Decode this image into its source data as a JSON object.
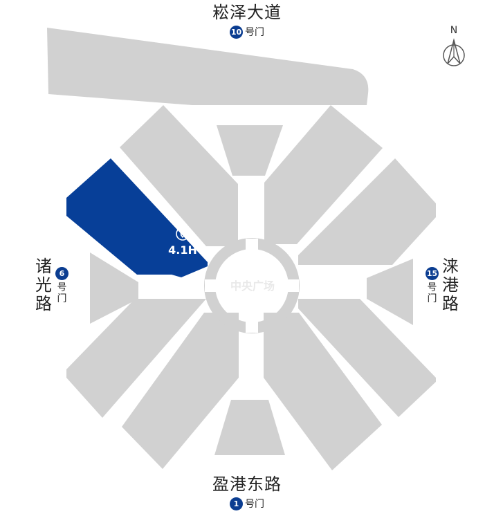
{
  "roads": {
    "north": {
      "name": "崧泽大道",
      "gate_number": "10",
      "gate_label": "号门"
    },
    "south": {
      "name": "盈港东路",
      "gate_number": "1",
      "gate_label": "号门"
    },
    "west": {
      "name": "诸光路",
      "gate_number": "6",
      "gate_label": "号门"
    },
    "east": {
      "name": "涞港路",
      "gate_number": "15",
      "gate_label": "号门"
    }
  },
  "center": {
    "label": "中央广场"
  },
  "highlight": {
    "hall": "4.1H",
    "icon": "location-pin-icon"
  },
  "compass": {
    "label": "N",
    "icon": "compass-north-arrow-icon"
  },
  "colors": {
    "hall": "#d1d1d1",
    "highlight": "#073f98",
    "badge": "#0b3d91",
    "plaza_text": "#e9e9e9"
  }
}
